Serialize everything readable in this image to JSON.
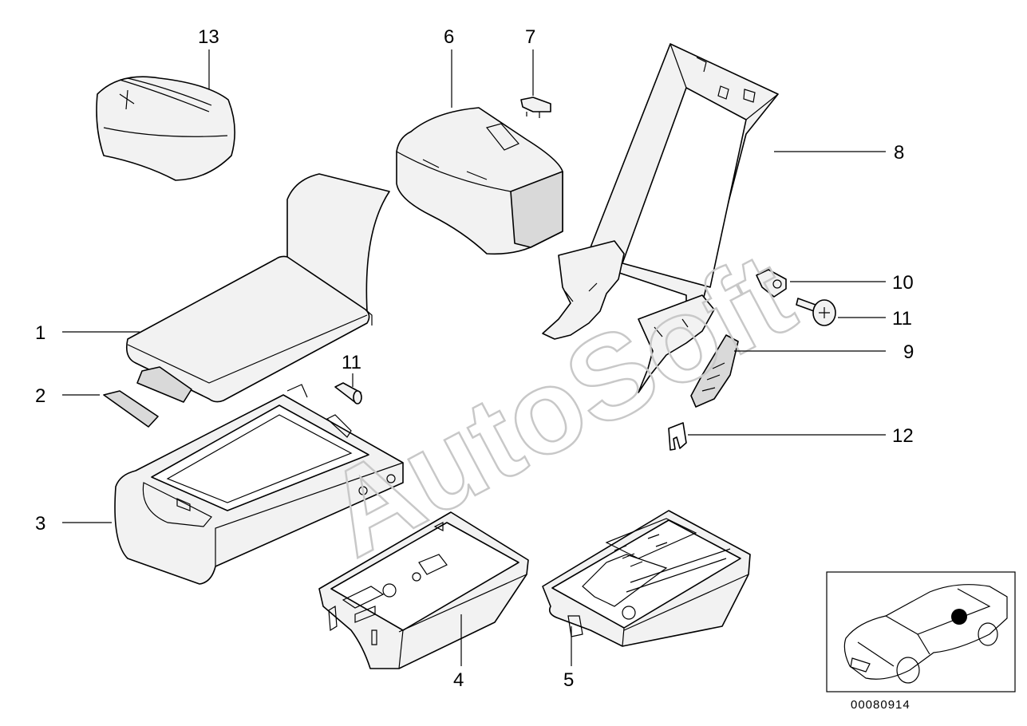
{
  "diagram": {
    "callouts": [
      {
        "id": "c1",
        "label": "1"
      },
      {
        "id": "c2",
        "label": "2"
      },
      {
        "id": "c3",
        "label": "3"
      },
      {
        "id": "c4",
        "label": "4"
      },
      {
        "id": "c5",
        "label": "5"
      },
      {
        "id": "c6",
        "label": "6"
      },
      {
        "id": "c7",
        "label": "7"
      },
      {
        "id": "c8",
        "label": "8"
      },
      {
        "id": "c9",
        "label": "9"
      },
      {
        "id": "c10",
        "label": "10"
      },
      {
        "id": "c11a",
        "label": "11"
      },
      {
        "id": "c11b",
        "label": "11"
      },
      {
        "id": "c12",
        "label": "12"
      },
      {
        "id": "c13",
        "label": "13"
      }
    ],
    "watermark": "AutoSoft",
    "reference_number": "00080914",
    "locator_marker_color": "#000000",
    "colors": {
      "line": "#000000",
      "fill": "#f2f2f2",
      "watermark": "#c8c8c8"
    }
  }
}
